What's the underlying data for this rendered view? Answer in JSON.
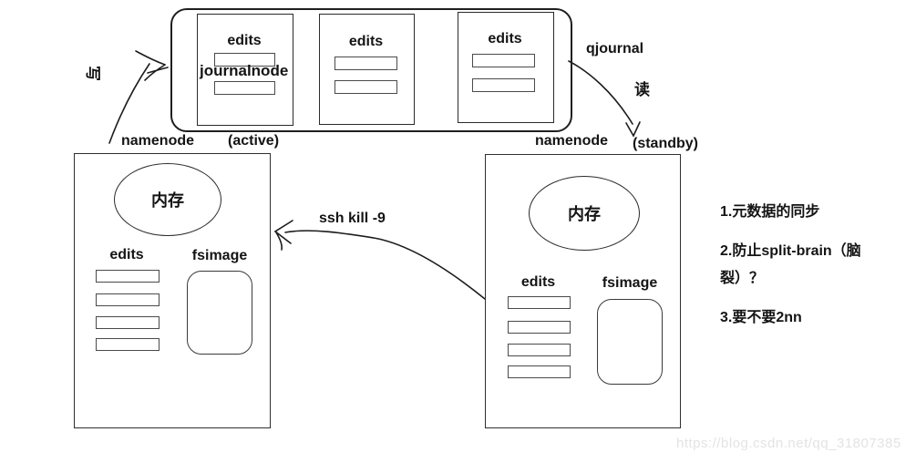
{
  "journal_cluster": {
    "write_label": "写",
    "qjournal_label": "qjournal",
    "read_label": "读",
    "journalnode_label": "journalnode",
    "nodes": [
      {
        "label": "edits"
      },
      {
        "label": "edits"
      },
      {
        "label": "edits"
      }
    ]
  },
  "namenode_active": {
    "name": "namenode",
    "state": "(active)",
    "memory": "内存",
    "edits": "edits",
    "fsimage": "fsimage"
  },
  "namenode_standby": {
    "name": "namenode",
    "state": "(standby)",
    "memory": "内存",
    "edits": "edits",
    "fsimage": "fsimage"
  },
  "arrows": {
    "ssh_kill_label": "ssh kill -9"
  },
  "notes": [
    "1.元数据的同步",
    "2.防止split-brain（脑裂）？",
    "3.要不要2nn"
  ],
  "watermark": "https://blog.csdn.net/qq_31807385"
}
